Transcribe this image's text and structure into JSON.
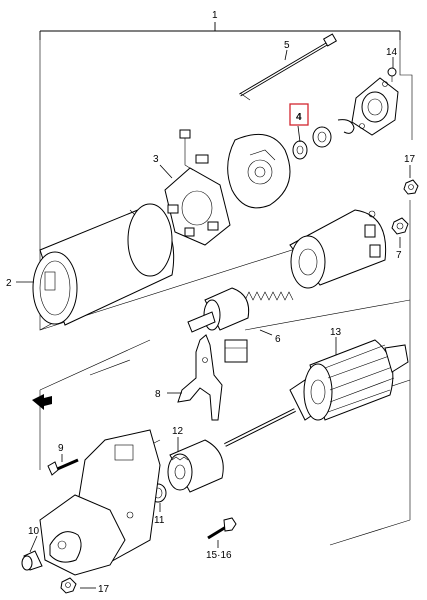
{
  "callouts": {
    "c1": "1",
    "c2": "2",
    "c3": "3",
    "c4": "4",
    "c5": "5",
    "c6": "6",
    "c7": "7",
    "c8": "8",
    "c9": "9",
    "c10": "10",
    "c11": "11",
    "c12": "12",
    "c13": "13",
    "c14": "14",
    "c15_16": "15·16",
    "c17a": "17",
    "c17b": "17"
  },
  "highlight": {
    "callout": "4",
    "color": "#d2262f"
  },
  "icons": {
    "front_marker": "arrow-marker-icon"
  }
}
